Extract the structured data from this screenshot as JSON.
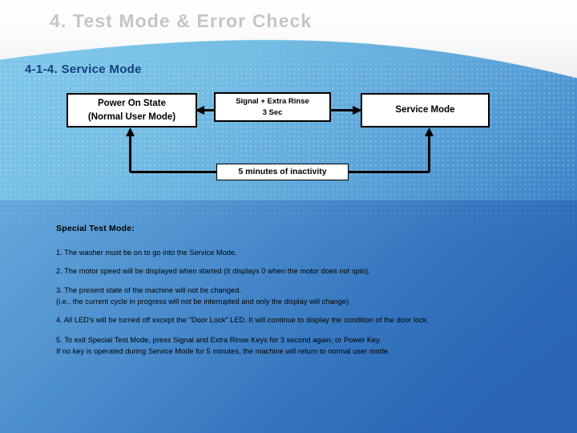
{
  "slide": {
    "title": "4. Test Mode & Error Check",
    "section_title": "4-1-4.  Service Mode",
    "colors": {
      "title_gray": "#c4c5c7",
      "section_navy": "#15407f",
      "bg_light_blue": "#7cc5e7",
      "bg_deep_blue": "#2a66b4",
      "node_fill": "#ffffff",
      "node_border": "#000000"
    }
  },
  "diagram": {
    "type": "state-flow",
    "nodes": [
      {
        "id": "power-on-state",
        "line1": "Power On State",
        "line2": "(Normal User Mode)"
      },
      {
        "id": "trigger",
        "line1": "Signal + Extra Rinse",
        "line2": "3 Sec"
      },
      {
        "id": "service-mode",
        "line1": "Service Mode",
        "line2": ""
      },
      {
        "id": "timeout",
        "line1": "5 minutes of inactivity",
        "line2": ""
      }
    ],
    "edges": [
      {
        "from": "trigger",
        "to": "power-on-state",
        "direction": "left"
      },
      {
        "from": "trigger",
        "to": "service-mode",
        "direction": "right"
      },
      {
        "from": "timeout",
        "to": "power-on-state",
        "direction": "up-left"
      },
      {
        "from": "timeout",
        "to": "service-mode",
        "direction": "up-right"
      }
    ]
  },
  "body": {
    "heading": "Special Test  Mode:",
    "items": [
      "1. The washer must be on to go into the Service Mode.",
      "2. The motor speed will be displayed when started (It displays 0 when the motor does not spin).",
      "3. The present state of the machine will not be changed.\n     (i.e., the current cycle in progress will not be interrupted and only the display will change)",
      "4. All LED's will be turned off except the \"Door Lock\" LED. It will continue to display the condition of the door lock.",
      "5. To exit Special Test Mode, press Signal and Extra Rinse Keys for 3 second again, or Power Key.\n    If no key is operated during Service Mode for 5 minutes, the machine will return to normal user mode."
    ]
  }
}
